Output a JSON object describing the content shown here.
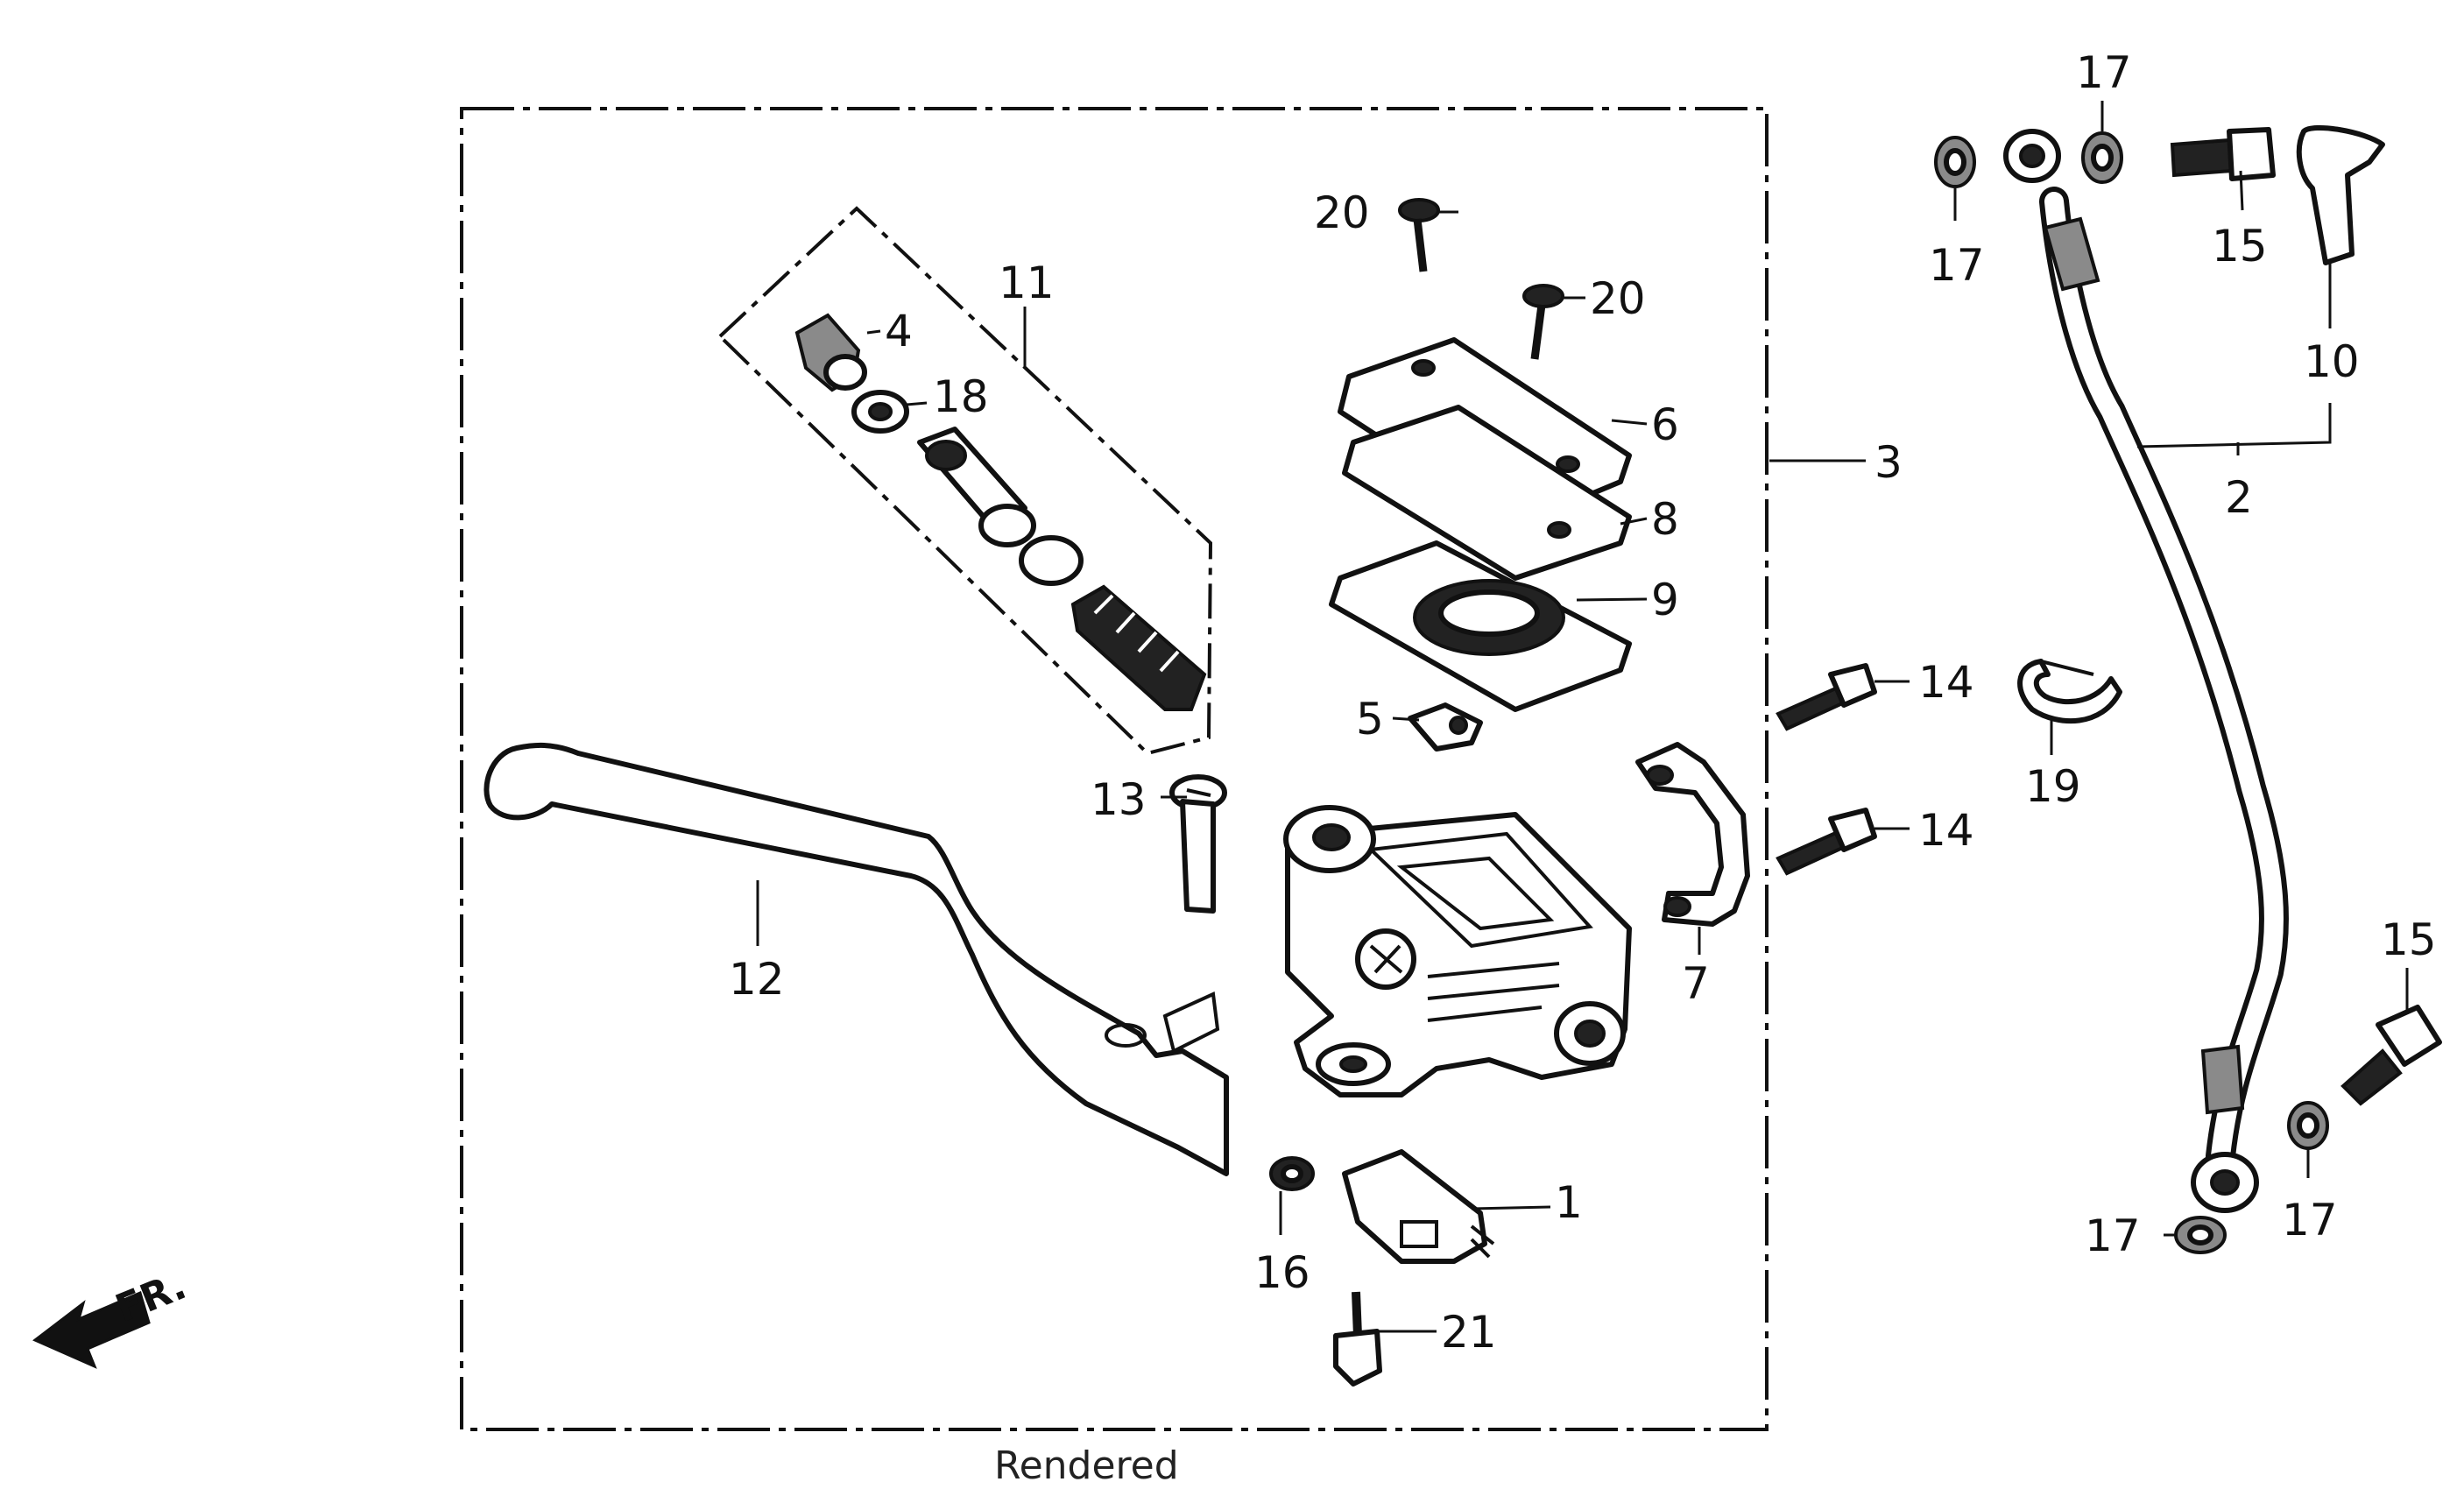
{
  "diagram": {
    "caption": "Rendered",
    "front_marker": "FR.",
    "callouts": [
      {
        "id": "c1",
        "text": "1"
      },
      {
        "id": "c2",
        "text": "2"
      },
      {
        "id": "c3",
        "text": "3"
      },
      {
        "id": "c4",
        "text": "4"
      },
      {
        "id": "c5",
        "text": "5"
      },
      {
        "id": "c6",
        "text": "6"
      },
      {
        "id": "c7",
        "text": "7"
      },
      {
        "id": "c8",
        "text": "8"
      },
      {
        "id": "c9",
        "text": "9"
      },
      {
        "id": "c10",
        "text": "10"
      },
      {
        "id": "c11",
        "text": "11"
      },
      {
        "id": "c12",
        "text": "12"
      },
      {
        "id": "c13",
        "text": "13"
      },
      {
        "id": "c14a",
        "text": "14"
      },
      {
        "id": "c14b",
        "text": "14"
      },
      {
        "id": "c15a",
        "text": "15"
      },
      {
        "id": "c15b",
        "text": "15"
      },
      {
        "id": "c16",
        "text": "16"
      },
      {
        "id": "c17a",
        "text": "17"
      },
      {
        "id": "c17b",
        "text": "17"
      },
      {
        "id": "c17c",
        "text": "17"
      },
      {
        "id": "c17d",
        "text": "17"
      },
      {
        "id": "c18",
        "text": "18"
      },
      {
        "id": "c19",
        "text": "19"
      },
      {
        "id": "c20a",
        "text": "20"
      },
      {
        "id": "c20b",
        "text": "20"
      },
      {
        "id": "c21",
        "text": "21"
      }
    ]
  }
}
